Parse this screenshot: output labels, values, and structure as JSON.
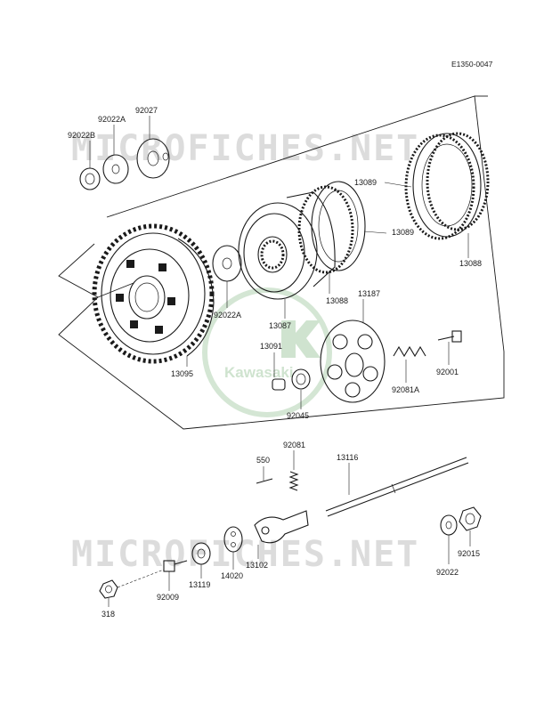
{
  "diagram_code": "E1350-0047",
  "watermark": {
    "text": "MICROFICHES.NET"
  },
  "logo": {
    "text": "Kawasaki"
  },
  "parts": {
    "p92022B": "92022B",
    "p92022A_top": "92022A",
    "p92027": "92027",
    "p13089_top": "13089",
    "p13089_mid": "13089",
    "p13088_right": "13088",
    "p13088_mid": "13088",
    "p13087": "13087",
    "p13187": "13187",
    "p92022A": "92022A",
    "p13091": "13091",
    "p13095": "13095",
    "p92045": "92045",
    "p92081A": "92081A",
    "p92001": "92001",
    "p550": "550",
    "p92081": "92081",
    "p13116": "13116",
    "p13102": "13102",
    "p14020": "14020",
    "p13119": "13119",
    "p92009": "92009",
    "p318": "318",
    "p92022": "92022",
    "p92015": "92015"
  }
}
